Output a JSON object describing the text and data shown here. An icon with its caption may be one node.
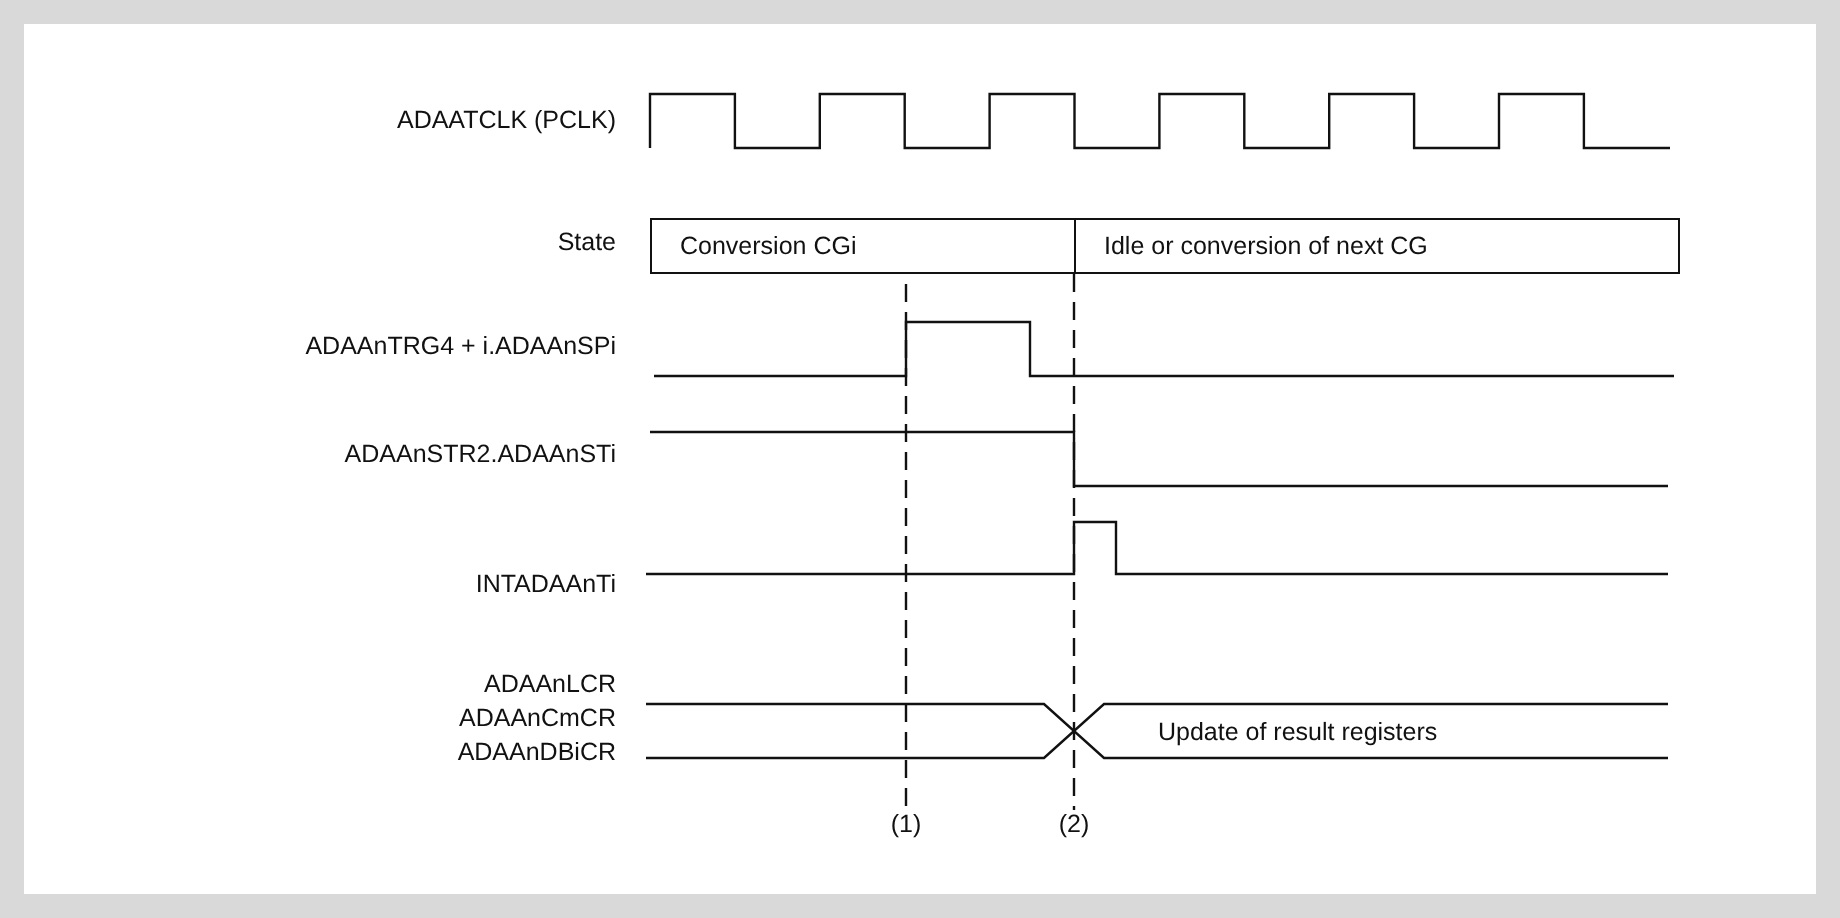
{
  "diagram": {
    "nodes": [
      {
        "text": [
          "Conversion CGi"
        ]
      },
      {
        "text": [
          "Idle or conversion of next CG"
        ]
      }
    ],
    "labels": [
      "ADAATCLK (PCLK)",
      "State",
      "ADAAnTRG4 + i.ADAAnSPi",
      "ADAAnSTR2.ADAAnSTi",
      "INTADAAnTi",
      "ADAAnLCR",
      "ADAAnCmCR",
      "ADAAnDBiCR",
      "Update of result registers",
      "(1)",
      "(2)"
    ]
  }
}
